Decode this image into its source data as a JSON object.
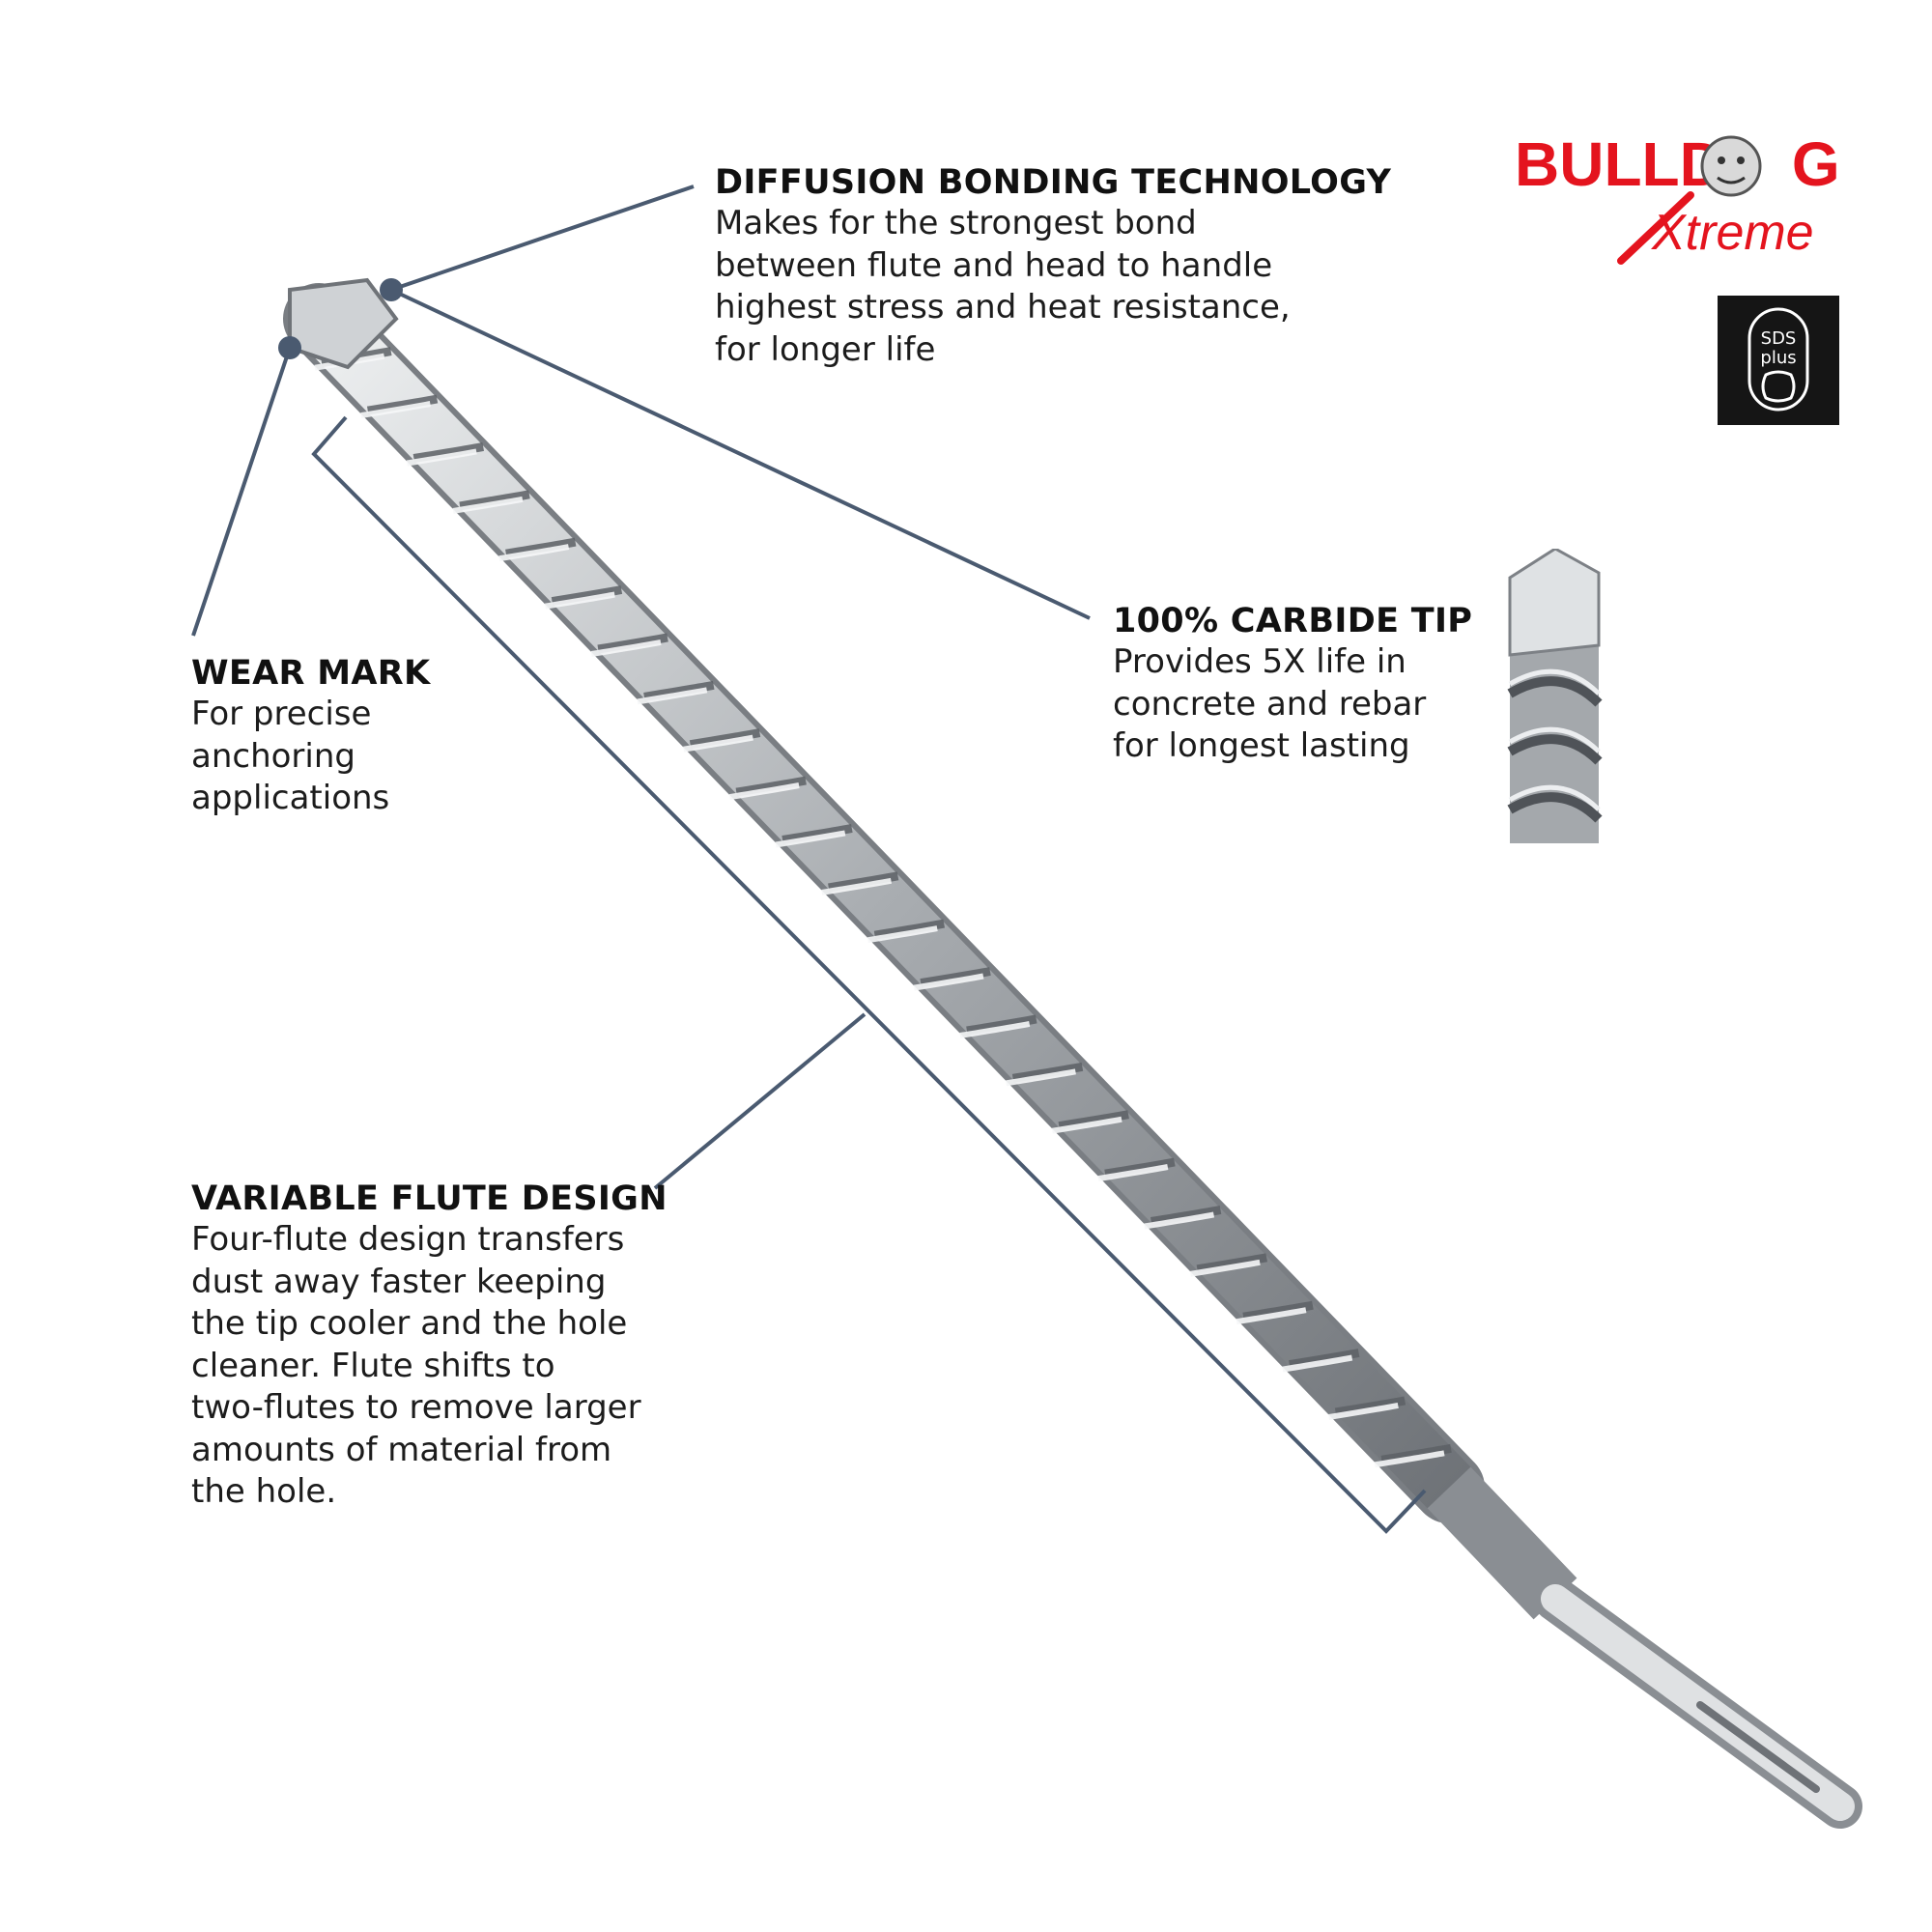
{
  "brand": {
    "logo_line1_a": "BULLD",
    "logo_line1_b": "G",
    "logo_line2": "Xtreme",
    "badge_line1": "SDS",
    "badge_line2": "plus"
  },
  "callouts": {
    "diffusion": {
      "title": "DIFFUSION BONDING TECHNOLOGY",
      "lines": [
        "Makes for the strongest bond",
        "between flute and head to handle",
        "highest stress and heat resistance,",
        "for longer life"
      ]
    },
    "carbide": {
      "title": "100% CARBIDE TIP",
      "lines": [
        "Provides 5X life in",
        "concrete and rebar",
        "for longest lasting"
      ]
    },
    "wear": {
      "title": "WEAR MARK",
      "lines": [
        "For precise",
        "anchoring",
        "applications"
      ]
    },
    "flute": {
      "title": "VARIABLE FLUTE DESIGN",
      "lines": [
        "Four-flute design transfers",
        "dust away faster keeping",
        "the tip cooler and the hole",
        "cleaner. Flute shifts to",
        "two-flutes to remove larger",
        "amounts of material from",
        "the hole."
      ]
    }
  },
  "colors": {
    "leader_line": "#4a5a70",
    "brand_red": "#e4141e",
    "text": "#111111",
    "steel": "#b9bcbf"
  }
}
